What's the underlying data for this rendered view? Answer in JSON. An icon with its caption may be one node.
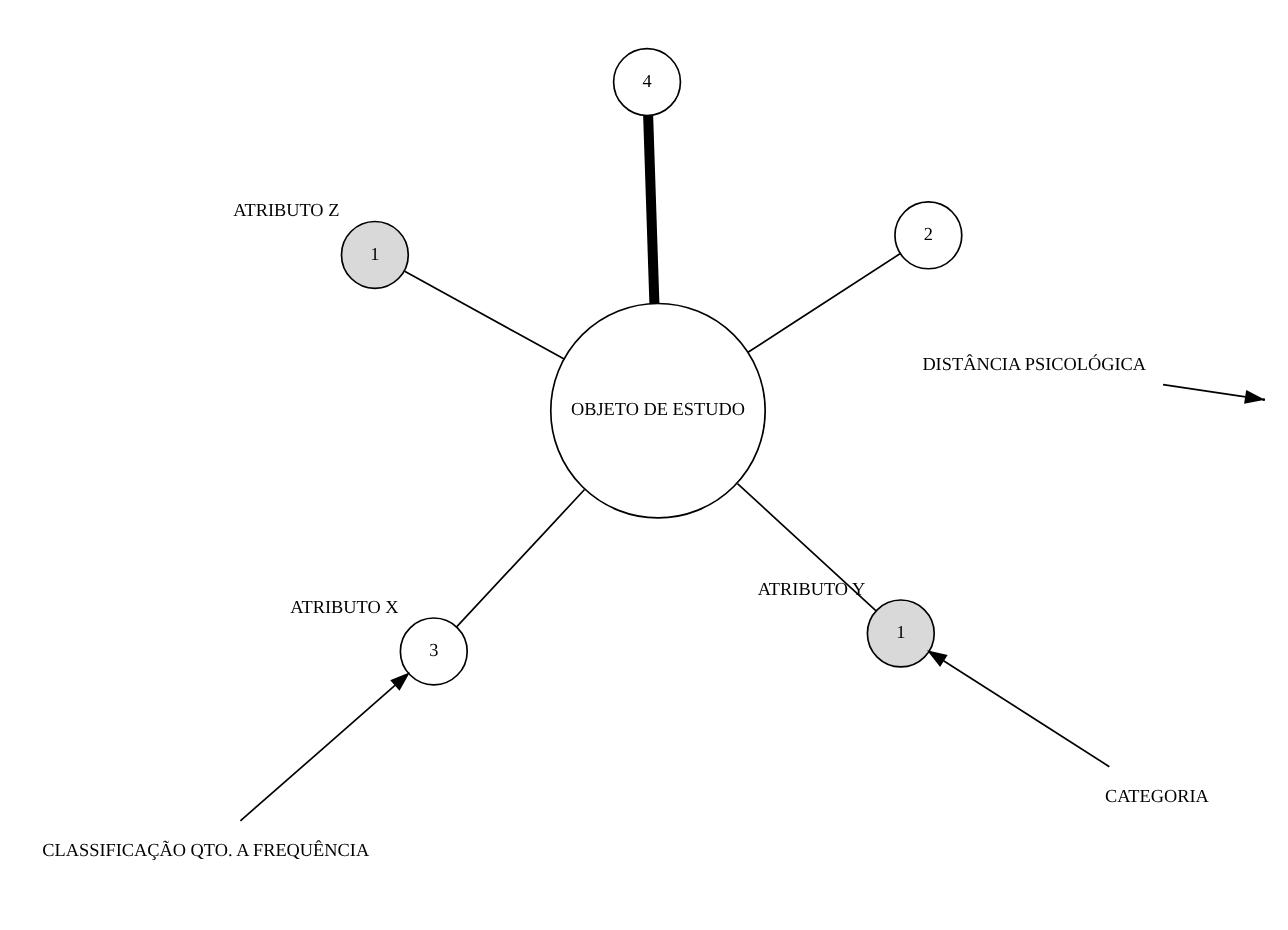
{
  "diagram": {
    "nodes": [
      {
        "text": [
          "OBJETO DE ESTUDO"
        ]
      },
      {
        "text": [
          "3"
        ],
        "beside": [
          "ATRIBUTO X"
        ]
      },
      {
        "text": [
          "1"
        ],
        "beside": [
          "ATRIBUTO Y"
        ]
      },
      {
        "text": [
          "1"
        ],
        "beside": [
          "ATRIBUTO Z"
        ]
      },
      {
        "text": [
          "2"
        ]
      },
      {
        "text": [
          "4"
        ]
      },
      {
        "text": [
          "CLASSIFICAÇÃO QTO. A FREQUÊNCIA"
        ]
      },
      {
        "text": [
          "CATEGORIA"
        ]
      },
      {
        "text": [
          "DISTÂNCIA PSICOLÓGICA"
        ]
      }
    ],
    "edges": [
      {
        "from": 0,
        "to": 1,
        "arrow": "none"
      },
      {
        "from": 0,
        "to": 2,
        "arrow": "none"
      },
      {
        "from": 0,
        "to": 3,
        "arrow": "none"
      },
      {
        "from": 0,
        "to": 4,
        "arrow": "none"
      },
      {
        "from": 0,
        "to": 5,
        "arrow": "none",
        "style": "thick"
      },
      {
        "from": 6,
        "to": 1,
        "arrow": "to"
      },
      {
        "from": 7,
        "to": 2,
        "arrow": "to"
      },
      {
        "from": 8,
        "to": null,
        "arrow": "to"
      }
    ]
  }
}
